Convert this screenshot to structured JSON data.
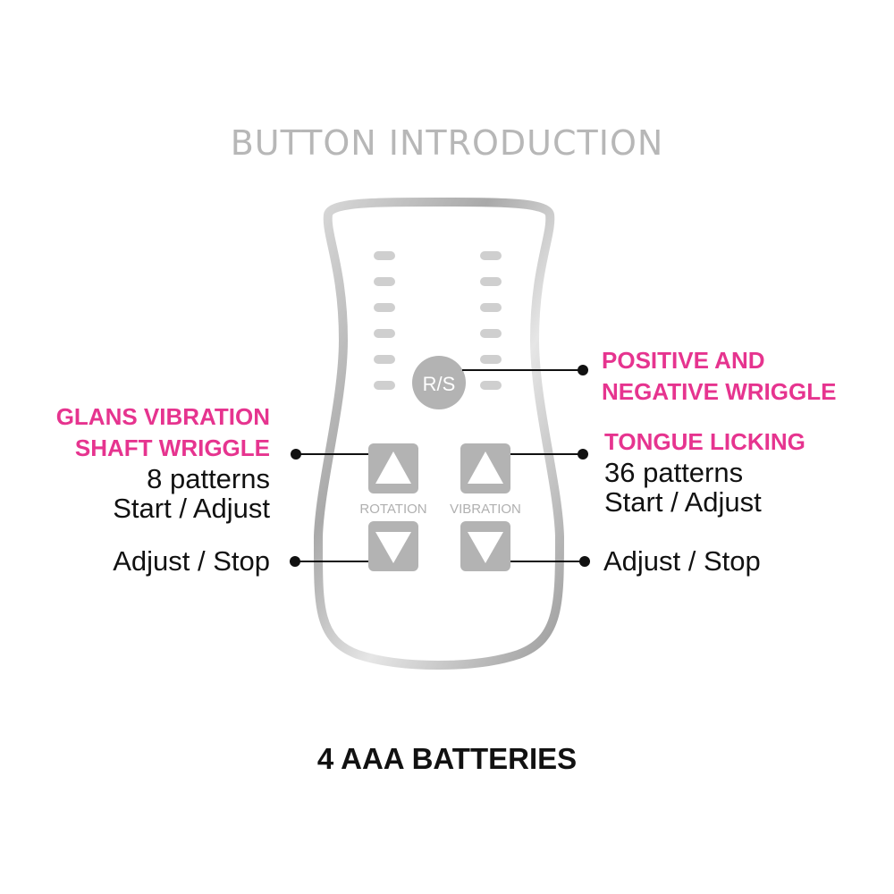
{
  "title": "BUTTON INTRODUCTION",
  "remote": {
    "rs_label": "R/S",
    "rotation_label": "ROTATION",
    "vibration_label": "VIBRATION"
  },
  "left": {
    "glans_line1": "GLANS VIBRATION",
    "glans_line2": "SHAFT WRIGGLE",
    "patterns": "8 patterns",
    "start": "Start / Adjust",
    "stop": "Adjust / Stop"
  },
  "right": {
    "rs_line1": "POSITIVE AND",
    "rs_line2": "NEGATIVE WRIGGLE",
    "tongue": "TONGUE LICKING",
    "patterns": "36 patterns",
    "start": "Start / Adjust",
    "stop": "Adjust / Stop"
  },
  "footer": "4 AAA BATTERIES",
  "colors": {
    "accent": "#e6348f",
    "silver": "#b7b7b7",
    "button_gray": "#b3b3b3"
  }
}
